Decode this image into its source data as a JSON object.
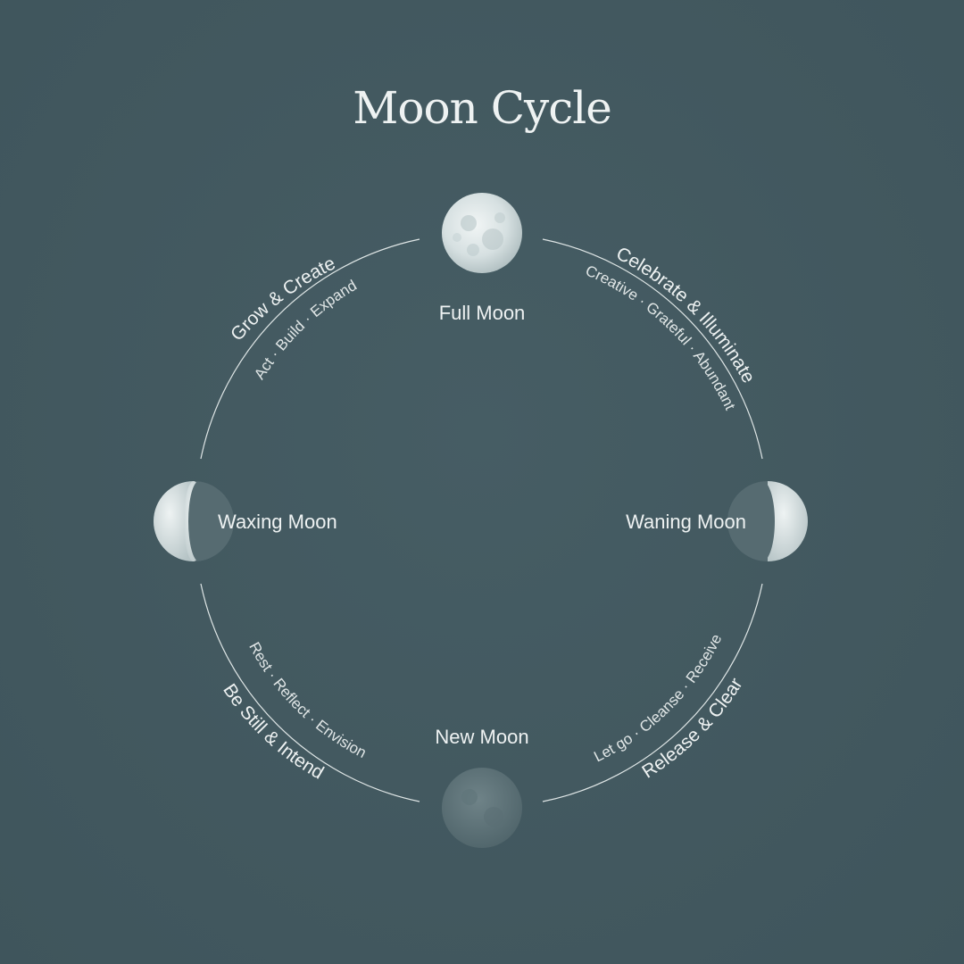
{
  "title": "Moon Cycle",
  "colors": {
    "background": "#42585f",
    "line": "#dfe6e6",
    "text": "#eef2f2",
    "moon_light": "#d8e2e3",
    "moon_dark": "#5b6f75"
  },
  "phases": {
    "full": {
      "label": "Full Moon",
      "icon": "full-moon-icon"
    },
    "waning": {
      "label": "Waning Moon",
      "icon": "waning-moon-icon"
    },
    "new": {
      "label": "New Moon",
      "icon": "new-moon-icon"
    },
    "waxing": {
      "label": "Waxing Moon",
      "icon": "waxing-moon-icon"
    }
  },
  "arcs": {
    "celebrate": {
      "title": "Celebrate & Illuminate",
      "words": "Creative · Grateful · Abundant"
    },
    "release": {
      "title": "Release & Clear",
      "words": "Let go · Cleanse · Receive"
    },
    "still": {
      "title": "Be Still & Intend",
      "words": "Rest · Reflect · Envision"
    },
    "grow": {
      "title": "Grow & Create",
      "words": "Act · Build · Expand"
    }
  }
}
